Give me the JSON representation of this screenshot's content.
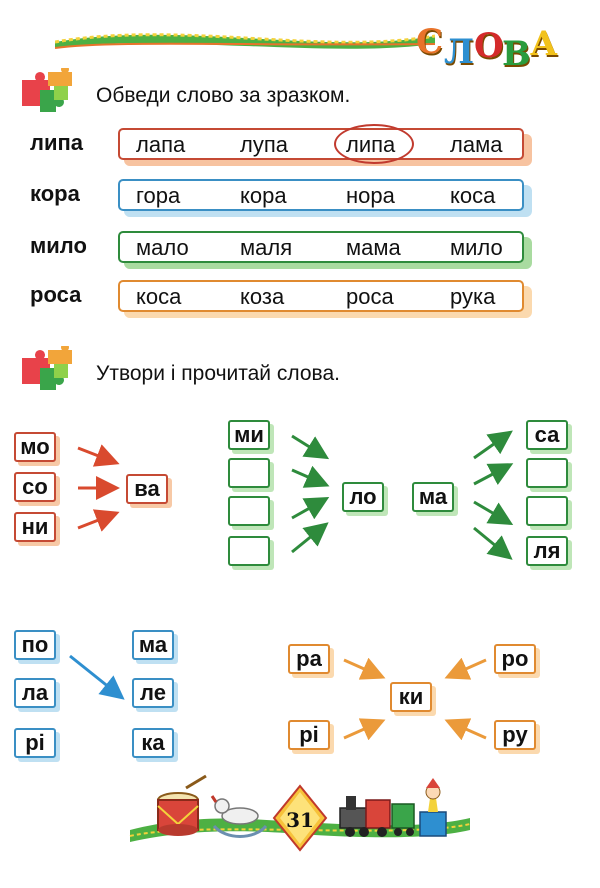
{
  "header": {
    "title_letters": [
      "С",
      "Л",
      "О",
      "В",
      "А"
    ],
    "title_colors": [
      "#e8732a",
      "#2d8fd0",
      "#d42b2b",
      "#2a9c3e",
      "#f2c21b"
    ]
  },
  "exercise1": {
    "instruction": "Обведи слово за зразком.",
    "rows": [
      {
        "sample": "липа",
        "words": [
          "лапа",
          "лупа",
          "липа",
          "лама"
        ],
        "circled_index": 2,
        "color": "#c54a34",
        "shadow": "#f7c3a0"
      },
      {
        "sample": "кора",
        "words": [
          "гора",
          "кора",
          "нора",
          "коса"
        ],
        "color": "#3a8fc4",
        "shadow": "#bfe0f2"
      },
      {
        "sample": "мило",
        "words": [
          "мало",
          "маля",
          "мама",
          "мило"
        ],
        "color": "#2e8b3c",
        "shadow": "#a9dba0"
      },
      {
        "sample": "роса",
        "words": [
          "коса",
          "коза",
          "роса",
          "рука"
        ],
        "color": "#e08a30",
        "shadow": "#fbd9ae"
      }
    ]
  },
  "exercise2": {
    "instruction": "Утвори і прочитай слова.",
    "group_a": {
      "left": [
        "мо",
        "со",
        "ни"
      ],
      "right": "ва"
    },
    "group_b": {
      "left": [
        "ми",
        "",
        "",
        ""
      ],
      "center_left": "ло",
      "center_right": "ма",
      "right": [
        "са",
        "",
        "",
        "ля"
      ]
    },
    "group_c": {
      "left": [
        "по",
        "ла",
        "рі"
      ],
      "right": [
        "ма",
        "ле",
        "ка"
      ]
    },
    "group_d": {
      "top_left": "ра",
      "top_right": "ро",
      "center": "ки",
      "bottom_left": "рі",
      "bottom_right": "ру"
    }
  },
  "footer": {
    "page_number": "31"
  },
  "icons": {
    "puzzle": "puzzle-pieces-icon",
    "toys": "toys-decoration"
  }
}
